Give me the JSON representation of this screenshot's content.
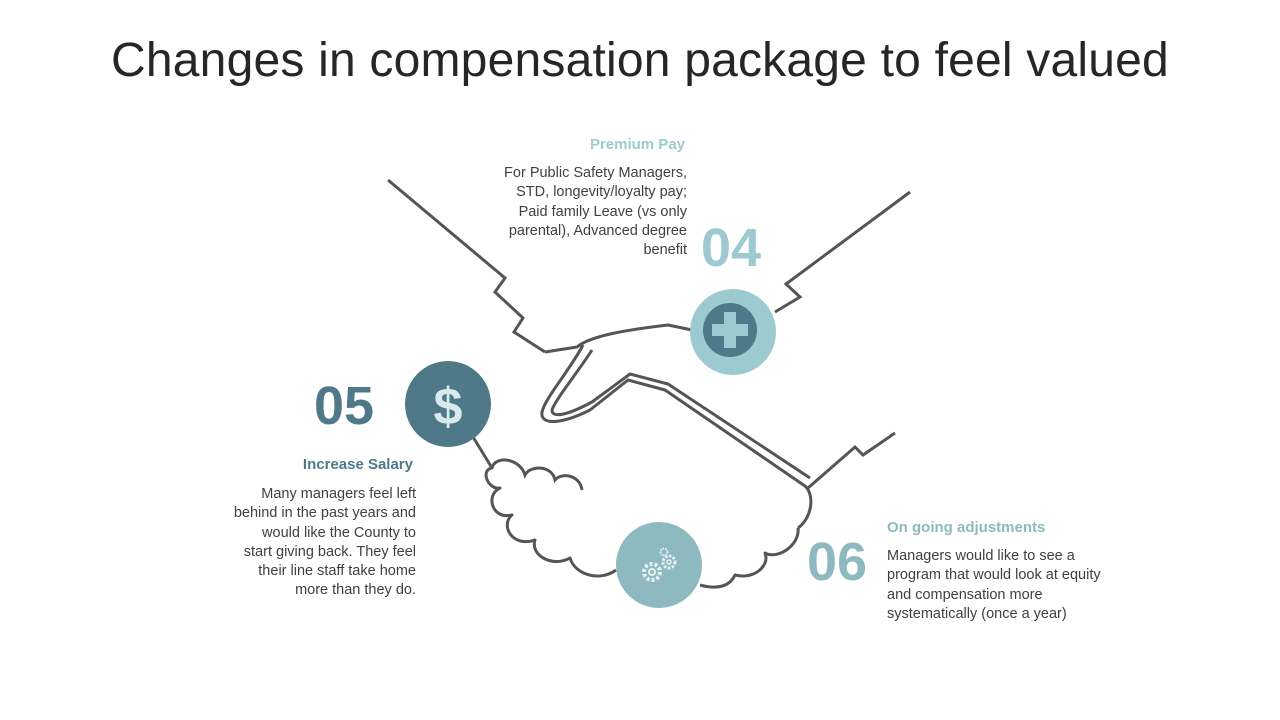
{
  "title": "Changes in compensation package to feel valued",
  "colors": {
    "light_teal": "#9dc9d0",
    "dark_teal": "#4f7888",
    "mid_teal": "#8fb9c0",
    "outline": "#555555"
  },
  "items": [
    {
      "number": "04",
      "heading": "Premium Pay",
      "icon": "plus-icon",
      "lines": [
        "For Public Safety Managers,",
        "STD, longevity/loyalty  pay;",
        "Paid family Leave (vs only",
        "parental), Advanced degree",
        "benefit"
      ]
    },
    {
      "number": "05",
      "heading": "Increase Salary",
      "icon": "dollar-icon",
      "lines": [
        "Many managers feel left",
        "behind in the past years and",
        "would like the County to",
        "start giving back. They feel",
        "their line staff take home",
        "more than they do."
      ]
    },
    {
      "number": "06",
      "heading": "On going adjustments",
      "icon": "gears-icon",
      "lines": [
        "Managers would like to see a",
        "program that would look at equity",
        "and compensation more",
        "systematically  (once a year)"
      ]
    }
  ],
  "dollar_symbol": "$"
}
